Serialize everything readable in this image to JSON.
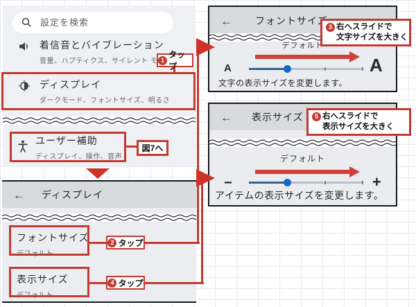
{
  "colors": {
    "annotation_red": "#c23a31",
    "arrow_red": "#cf3327",
    "slider_thumb_blue": "#1568c4",
    "slider_fill_blue": "#35638c",
    "header_gray": "#d8dade",
    "panel_bg": "#eef0f3"
  },
  "settings_panel": {
    "search": {
      "placeholder": "設定を検索"
    },
    "items": [
      {
        "title": "着信音とバイブレーション",
        "subtitle": "音量、ハプティクス、サイレント モー"
      },
      {
        "title": "ディスプレイ",
        "subtitle": "ダークモード、フォントサイズ、明るさ"
      },
      {
        "title": "ユーザー補助",
        "subtitle": "ディスプレイ、操作、音声"
      }
    ],
    "tap1": {
      "step": "1",
      "label": "タップ"
    },
    "fig7_label": "図7へ"
  },
  "display_panel": {
    "back_icon": "←",
    "header": "ディスプレイ",
    "items": [
      {
        "title": "フォントサイズ",
        "subtitle": "デフォルト"
      },
      {
        "title": "表示サイズ",
        "subtitle": "デフォルト"
      }
    ],
    "tap2": {
      "step": "2",
      "label": "タップ"
    },
    "tap4": {
      "step": "4",
      "label": "タップ"
    }
  },
  "font_size_panel": {
    "back_icon": "←",
    "header": "フォントサイズ",
    "callout": {
      "step": "3",
      "line1": "右へスライドで",
      "line2": "文字サイズを大きく"
    },
    "default_label": "デフォルト",
    "slider": {
      "min_label": "A",
      "max_label": "A",
      "value_pct": 33
    },
    "caption": "文字の表示サイズを変更します。"
  },
  "display_size_panel": {
    "back_icon": "←",
    "header": "表示サイズ",
    "callout": {
      "step": "5",
      "line1": "右へスライドで",
      "line2": "表示サイズを大きく"
    },
    "default_label": "デフォルト",
    "slider": {
      "min_label": "−",
      "max_label": "+",
      "value_pct": 33
    },
    "caption": "アイテムの表示サイズを変更します。"
  }
}
